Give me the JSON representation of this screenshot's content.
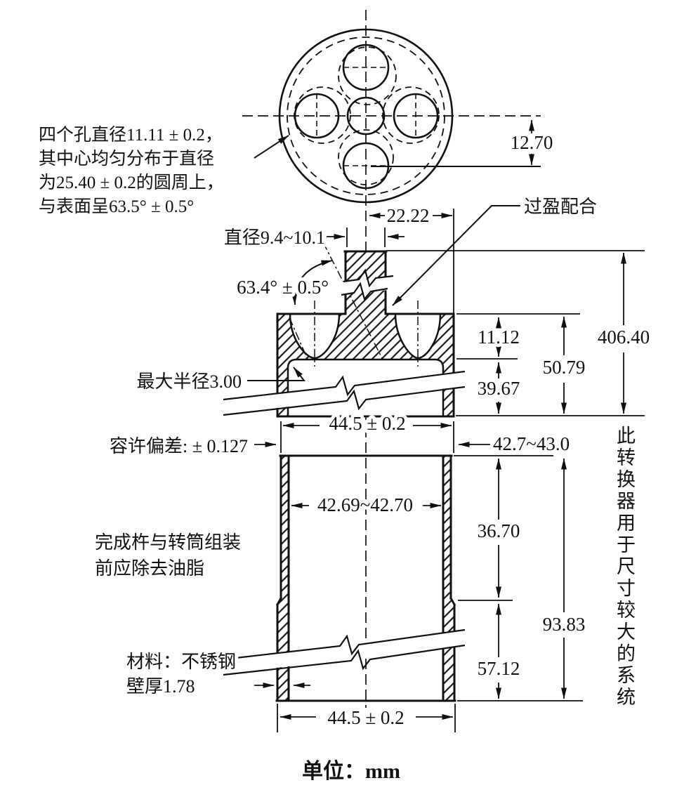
{
  "notes": {
    "holes_l1": "四个孔直径11.11 ± 0.2，",
    "holes_l2": "其中心均匀分布于直径",
    "holes_l3": "为25.40 ± 0.2的圆周上，",
    "holes_l4": "与表面呈63.5° ± 0.5°",
    "degrease_l1": "完成杵与转筒组装",
    "degrease_l2": "前应除去油脂",
    "material_l1": "材料：不锈钢",
    "material_l2": "壁厚1.78",
    "side_note": "此转换器用于尺寸较大的系统",
    "unit": "单位：mm"
  },
  "dims": {
    "hole_circle_offset": "12.70",
    "half_width": "22.22",
    "stem_diameter": "直径9.4~10.1",
    "cone_angle": "63.4° ± 0.5°",
    "interference_fit": "过盈配合",
    "crown_depth": "11.12",
    "head_height": "50.79",
    "overall_length": "406.40",
    "skirt_height": "39.67",
    "max_fillet_radius": "最大半径3.00",
    "upper_outer_width": "44.5 ± 0.2",
    "allowed_deviation": "容许偏差: ± 0.127",
    "neck_outer": "42.7~43.0",
    "inner_bore": "42.69~42.70",
    "upper_tube_height": "36.70",
    "lower_tube_height": "57.12",
    "tube_overall_height": "93.83",
    "lower_outer_width": "44.5 ± 0.2"
  },
  "colors": {
    "ink": "#111111",
    "background": "#ffffff"
  }
}
